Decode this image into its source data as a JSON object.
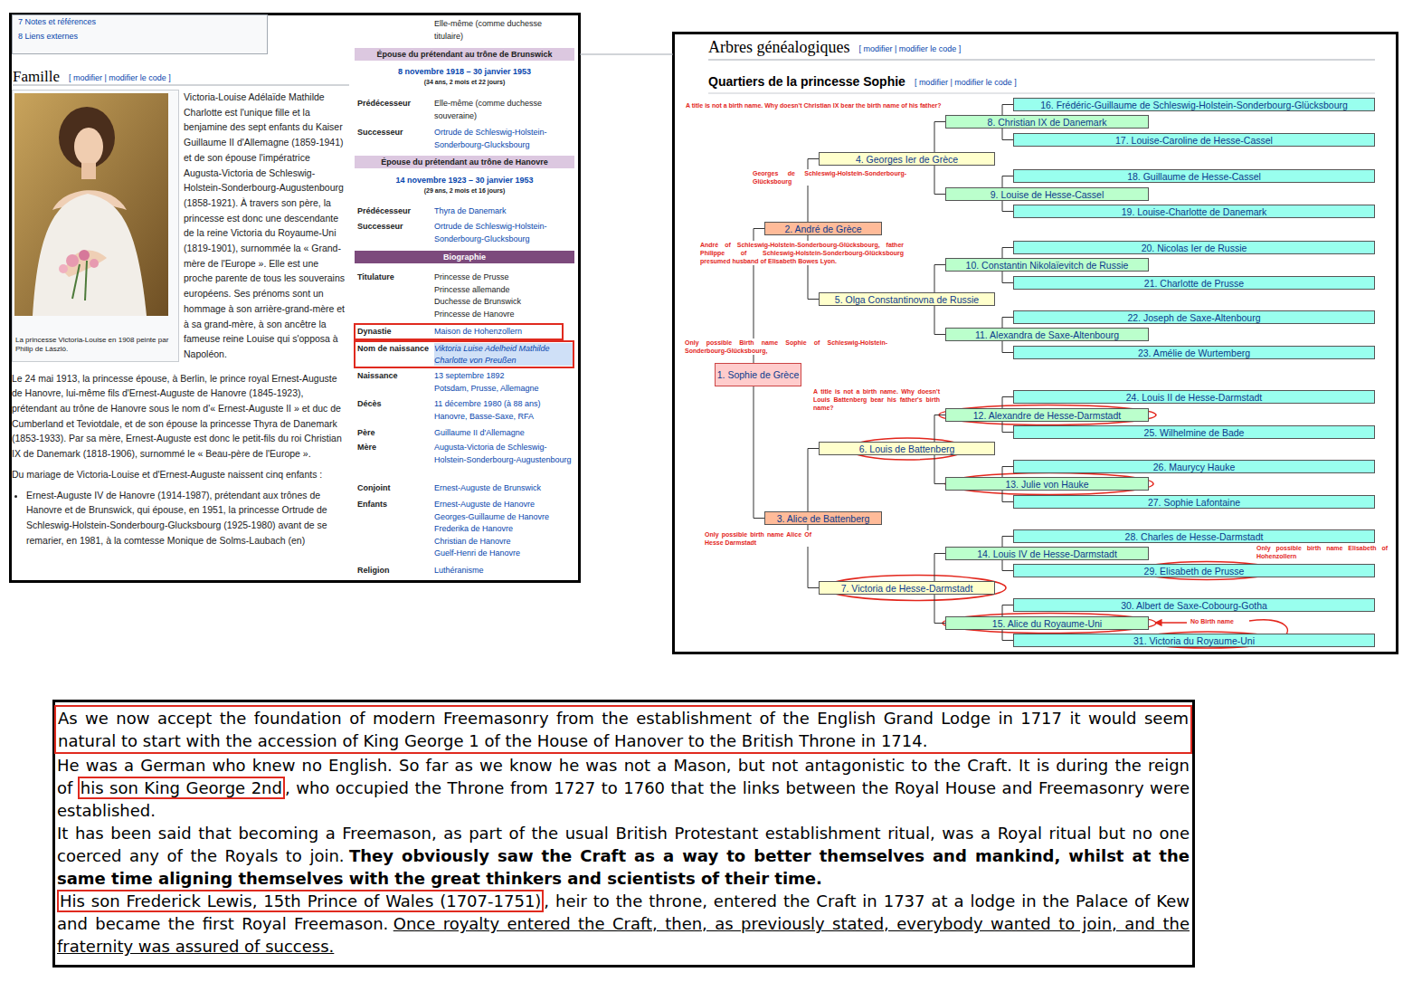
{
  "diagram": {
    "nodes": [
      {
        "text": [
          "Dynastie",
          "Maison de Hohenzollern"
        ]
      },
      {
        "text": [
          "Nom de naissance",
          "Viktoria Luise Adelheid Mathilde Charlotte von Preußen"
        ]
      },
      {
        "text": [
          "1. Sophie de Grèce"
        ]
      },
      {
        "text": [
          "2. André de Grèce"
        ]
      },
      {
        "text": [
          "3. Alice de Battenberg"
        ]
      },
      {
        "text": [
          "4. Georges Ier de Grèce"
        ]
      },
      {
        "text": [
          "5. Olga Constantinovna de Russie"
        ]
      },
      {
        "text": [
          "6. Louis de Battenberg"
        ]
      },
      {
        "text": [
          "7. Victoria de Hesse-Darmstadt"
        ]
      },
      {
        "text": [
          "8. Christian IX de Danemark"
        ]
      },
      {
        "text": [
          "9. Louise de Hesse-Cassel"
        ]
      },
      {
        "text": [
          "10. Constantin Nikolaïevitch de Russie"
        ]
      },
      {
        "text": [
          "11. Alexandra de Saxe-Altenbourg"
        ]
      },
      {
        "text": [
          "12. Alexandre de Hesse-Darmstadt"
        ]
      },
      {
        "text": [
          "13. Julie von Hauke"
        ]
      },
      {
        "text": [
          "14. Louis IV de Hesse-Darmstadt"
        ]
      },
      {
        "text": [
          "15. Alice du Royaume-Uni"
        ]
      },
      {
        "text": [
          "16. Frédéric-Guillaume de Schleswig-Holstein-Sonderbourg-Glücksbourg"
        ]
      },
      {
        "text": [
          "17. Louise-Caroline de Hesse-Cassel"
        ]
      },
      {
        "text": [
          "18. Guillaume de Hesse-Cassel"
        ]
      },
      {
        "text": [
          "19. Louise-Charlotte de Danemark"
        ]
      },
      {
        "text": [
          "20. Nicolas Ier de Russie"
        ]
      },
      {
        "text": [
          "21. Charlotte de Prusse"
        ]
      },
      {
        "text": [
          "22. Joseph de Saxe-Altenbourg"
        ]
      },
      {
        "text": [
          "23. Amélie de Wurtemberg"
        ]
      },
      {
        "text": [
          "24. Louis II de Hesse-Darmstadt"
        ]
      },
      {
        "text": [
          "25. Wilhelmine de Bade"
        ]
      },
      {
        "text": [
          "26. Maurycy Hauke"
        ]
      },
      {
        "text": [
          "27. Sophie Lafontaine"
        ]
      },
      {
        "text": [
          "28. Charles de Hesse-Darmstadt"
        ]
      },
      {
        "text": [
          "29. Elisabeth de Prusse"
        ]
      },
      {
        "text": [
          "30. Albert de Saxe-Cobourg-Gotha"
        ]
      },
      {
        "text": [
          "31. Victoria du Royaume-Uni"
        ]
      },
      {
        "text": [
          "As we now accept the foundation of modern Freemasonry from the establishment of the English Grand Lodge in 1717 it would seem natural to start with the accession of King George 1 of the House of Hanover to the British Throne in 1714."
        ]
      },
      {
        "text": [
          "his son King George 2nd"
        ]
      },
      {
        "text": [
          "His son Frederick Lewis, 15th Prince of Wales (1707-1751)"
        ]
      }
    ],
    "edges": [
      {
        "from": 2,
        "to": 3,
        "arrow": "none"
      },
      {
        "from": 2,
        "to": 4,
        "arrow": "none"
      },
      {
        "from": 3,
        "to": 5,
        "arrow": "none"
      },
      {
        "from": 3,
        "to": 6,
        "arrow": "none"
      },
      {
        "from": 4,
        "to": 7,
        "arrow": "none"
      },
      {
        "from": 4,
        "to": 8,
        "arrow": "none"
      },
      {
        "from": 5,
        "to": 9,
        "arrow": "none"
      },
      {
        "from": 5,
        "to": 10,
        "arrow": "none"
      },
      {
        "from": 6,
        "to": 11,
        "arrow": "none"
      },
      {
        "from": 6,
        "to": 12,
        "arrow": "none"
      },
      {
        "from": 7,
        "to": 13,
        "arrow": "none"
      },
      {
        "from": 7,
        "to": 14,
        "arrow": "none"
      },
      {
        "from": 8,
        "to": 15,
        "arrow": "none"
      },
      {
        "from": 8,
        "to": 16,
        "arrow": "none"
      },
      {
        "from": 9,
        "to": 17,
        "arrow": "none"
      },
      {
        "from": 9,
        "to": 18,
        "arrow": "none"
      },
      {
        "from": 10,
        "to": 19,
        "arrow": "none"
      },
      {
        "from": 10,
        "to": 20,
        "arrow": "none"
      },
      {
        "from": 11,
        "to": 21,
        "arrow": "none"
      },
      {
        "from": 11,
        "to": 22,
        "arrow": "none"
      },
      {
        "from": 12,
        "to": 23,
        "arrow": "none"
      },
      {
        "from": 12,
        "to": 24,
        "arrow": "none"
      },
      {
        "from": 13,
        "to": 25,
        "arrow": "none"
      },
      {
        "from": 13,
        "to": 26,
        "arrow": "none"
      },
      {
        "from": 14,
        "to": 27,
        "arrow": "none"
      },
      {
        "from": 14,
        "to": 28,
        "arrow": "none"
      },
      {
        "from": 15,
        "to": 29,
        "arrow": "none"
      },
      {
        "from": 15,
        "to": 30,
        "arrow": "none"
      },
      {
        "from": 16,
        "to": 31,
        "arrow": "none"
      },
      {
        "from": 16,
        "to": 32,
        "arrow": "none"
      }
    ],
    "labels": [
      "7 Notes et références",
      "8 Liens externes",
      "Famille",
      "[ modifier | modifier le code ]",
      "La princesse Victoria-Louise en 1908 peinte par Philip de László.",
      "Victoria-Louise Adélaïde Mathilde Charlotte est l'unique fille et la benjamine des sept enfants du Kaiser Guillaume II d'Allemagne (1859-1941) et de son épouse l'impératrice Augusta-Victoria de Schleswig-Holstein-Sonderbourg-Augustenbourg (1858-1921). À travers son père, la princesse est donc une descendante de la reine Victoria du Royaume-Uni (1819-1901), surnommée la « Grand-mère de l'Europe ». Elle est une proche parente de tous les souverains européens. Ses prénoms sont un hommage à son arrière-grand-mère et à sa grand-mère, à son ancêtre la fameuse reine Louise qui s'opposa à Napoléon.",
      "Le 24 mai 1913, la princesse épouse, à Berlin, le prince royal Ernest-Auguste de Hanovre, lui-même fils d'Ernest-Auguste de Hanovre (1845-1923), prétendant au trône de Hanovre sous le nom d'« Ernest-Auguste II » et duc de Cumberland et Teviotdale, et de son épouse la princesse Thyra de Danemark (1853-1933). Par sa mère, Ernest-Auguste est donc le petit-fils du roi Christian IX de Danemark (1818-1906), surnommé le « Beau-père de l'Europe ».",
      "Du mariage de Victoria-Louise et d'Ernest-Auguste naissent cinq enfants :",
      "Ernest-Auguste IV de Hanovre (1914-1987), prétendant aux trônes de Hanovre et de Brunswick, qui épouse, en 1951, la princesse Ortrude de Schleswig-Holstein-Sonderbourg-Glucksbourg (1925-1980) avant de se remarier, en 1981, à la comtesse Monique de Solms-Laubach (en)",
      "Elle-même (comme duchesse titulaire)",
      "Épouse du prétendant au trône de Brunswick",
      "8 novembre 1918 – 30 janvier 1953",
      "(34 ans, 2 mois et 22 jours)",
      "Prédécesseur",
      "Elle-même (comme duchesse souveraine)",
      "Successeur",
      "Ortrude de Schleswig-Holstein-Sonderbourg-Glucksbourg",
      "Épouse du prétendant au trône de Hanovre",
      "14 novembre 1923 – 30 janvier 1953",
      "(29 ans, 2 mois et 16 jours)",
      "Prédécesseur",
      "Thyra de Danemark",
      "Successeur",
      "Ortrude de Schleswig-Holstein-Sonderbourg-Glucksbourg",
      "Biographie",
      "Titulature",
      "Princesse de Prusse",
      "Princesse allemande",
      "Duchesse de Brunswick",
      "Princesse de Hanovre",
      "Naissance",
      "13 septembre 1892",
      "Potsdam, Prusse, Allemagne",
      "Décès",
      "11 décembre 1980 (à 88 ans)",
      "Hanovre, Basse-Saxe, RFA",
      "Père",
      "Guillaume II d'Allemagne",
      "Mère",
      "Augusta-Victoria de Schleswig-Holstein-Sonderbourg-Augustenbourg",
      "Conjoint",
      "Ernest-Auguste de Brunswick",
      "Enfants",
      "Ernest-Auguste de Hanovre",
      "Georges-Guillaume de Hanovre",
      "Frederika de Hanovre",
      "Christian de Hanovre",
      "Guelf-Henri de Hanovre",
      "Religion",
      "Luthéranisme",
      "A title is not a birth name. Why doesn't Christian IX bear the birth name of his father?",
      "Georges de Schleswig-Holstein-Sonderbourg-Glücksbourg",
      "André of Schleswig-Holstein-Sonderbourg-Glücksbourg, father Philippe of Schleswig-Holstein-Sonderbourg-Glücksbourg presumed husband of Elisabeth Bowes Lyon.",
      "Only possible Birth name Sophie of Schleswig-Holstein-Sonderbourg-Glücksbourg,",
      "A title is not a birth name. Why doesn't Louis Battenberg bear his father's birth name?",
      "Only possible birth name Alice Of Hesse Darmstadt",
      "Only possible birth name Elisabeth of Hohenzollern",
      "No Birth name",
      "He was a German who knew no English. So far as we know he was not a Mason, but not antagonistic to the Craft. It is during the reign of",
      ", who occupied the Throne from 1727 to 1760 that the links between the Royal House and Freemasonry were established.",
      "It has been said that becoming a Freemason, as part of the usual British Protestant establishment ritual, was a Royal ritual but no one coerced any of the Royals to join.",
      "They obviously saw the Craft as a way to better themselves and mankind, whilst at the same time aligning themselves with the great thinkers and scientists of their time.",
      ", heir to the throne, entered the Craft in 1737 at a lodge in the Palace of Kew and became the first Royal Freemason.",
      "Once royalty entered the Craft, then, as previously stated, everybody wanted to join, and the fraternity was assured of success.",
      "Arbres généalogiques",
      "[ modifier | modifier le code ]",
      "Quartiers de la princesse Sophie",
      "[ modifier | modifier le code ]"
    ]
  }
}
